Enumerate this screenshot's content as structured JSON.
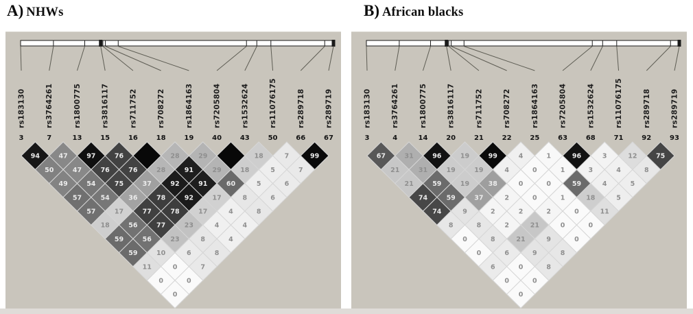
{
  "chart_data": [
    {
      "type": "heatmap",
      "subtype": "linkage-disequilibrium-triangle",
      "panel_label": "A)",
      "title": "NHWs",
      "snp_labels": [
        "rs183130",
        "rs3764261",
        "rs1800775",
        "rs3816117",
        "rs711752",
        "rs708272",
        "rs1864163",
        "rs7205804",
        "rs1532624",
        "rs11076175",
        "rs289718",
        "rs289719"
      ],
      "marker_numbers": [
        "3",
        "7",
        "13",
        "15",
        "16",
        "18",
        "19",
        "40",
        "43",
        "50",
        "66",
        "67"
      ],
      "ld_rows": [
        [
          94,
          47,
          97,
          76,
          100,
          28,
          29,
          100,
          18,
          7,
          99
        ],
        [
          50,
          47,
          76,
          76,
          28,
          91,
          29,
          18,
          5,
          7
        ],
        [
          49,
          54,
          75,
          37,
          92,
          91,
          60,
          5,
          6
        ],
        [
          57,
          54,
          36,
          78,
          92,
          17,
          8,
          6
        ],
        [
          57,
          17,
          77,
          78,
          17,
          4,
          8
        ],
        [
          18,
          56,
          77,
          23,
          4,
          4
        ],
        [
          59,
          56,
          23,
          8,
          4
        ],
        [
          59,
          10,
          6,
          8
        ],
        [
          11,
          0,
          7
        ],
        [
          0,
          0
        ],
        [
          0
        ]
      ],
      "marker_track_fractions": [
        0,
        0.105,
        0.205,
        0.256,
        0.263,
        0.271,
        0.312,
        0.722,
        0.755,
        0.8,
        0.972,
        1.0
      ],
      "thick_tick_indices": [
        3,
        11
      ],
      "value_range": [
        0,
        100
      ],
      "colormap": {
        "low": "#ffffff",
        "high": "#000000"
      },
      "hidden_value_label": 100
    },
    {
      "type": "heatmap",
      "subtype": "linkage-disequilibrium-triangle",
      "panel_label": "B)",
      "title": "African blacks",
      "snp_labels": [
        "rs183130",
        "rs3764261",
        "rs1800775",
        "rs3816117",
        "rs711752",
        "rs708272",
        "rs1864163",
        "rs7205804",
        "rs1532624",
        "rs11076175",
        "rs289718",
        "rs289719"
      ],
      "marker_numbers": [
        "3",
        "4",
        "14",
        "20",
        "21",
        "22",
        "25",
        "63",
        "68",
        "71",
        "92",
        "93"
      ],
      "ld_rows": [
        [
          67,
          31,
          96,
          19,
          99,
          4,
          1,
          96,
          3,
          12,
          75
        ],
        [
          21,
          31,
          19,
          19,
          4,
          0,
          1,
          3,
          4,
          8
        ],
        [
          21,
          59,
          19,
          38,
          0,
          0,
          59,
          4,
          5
        ],
        [
          74,
          59,
          37,
          2,
          0,
          1,
          18,
          5
        ],
        [
          74,
          9,
          2,
          2,
          2,
          0,
          11
        ],
        [
          8,
          8,
          2,
          21,
          0,
          0
        ],
        [
          0,
          8,
          21,
          9,
          0
        ],
        [
          0,
          6,
          9,
          8
        ],
        [
          6,
          0,
          8
        ],
        [
          0,
          0
        ],
        [
          0
        ]
      ],
      "marker_track_fractions": [
        0,
        0.105,
        0.205,
        0.256,
        0.263,
        0.271,
        0.312,
        0.722,
        0.755,
        0.8,
        0.972,
        1.0
      ],
      "thick_tick_indices": [
        3,
        11
      ],
      "value_range": [
        0,
        100
      ],
      "colormap": {
        "low": "#ffffff",
        "high": "#000000"
      },
      "hidden_value_label": 100
    }
  ],
  "style": {
    "panel_bg": "#c9c5bc",
    "bar_fill": "#ffffff",
    "bar_stroke": "#1a1a1a",
    "tick_color": "#1a1a1a",
    "connector_color": "#5e5d54",
    "label_color": "#1c1c1c",
    "number_color": "#141414",
    "cell_stroke": "#d6d6d6",
    "cell_text_on_dark": "#ebebeb",
    "cell_text_on_light": "#8f8f8f",
    "bottom_strip": "#dfdcd8"
  }
}
